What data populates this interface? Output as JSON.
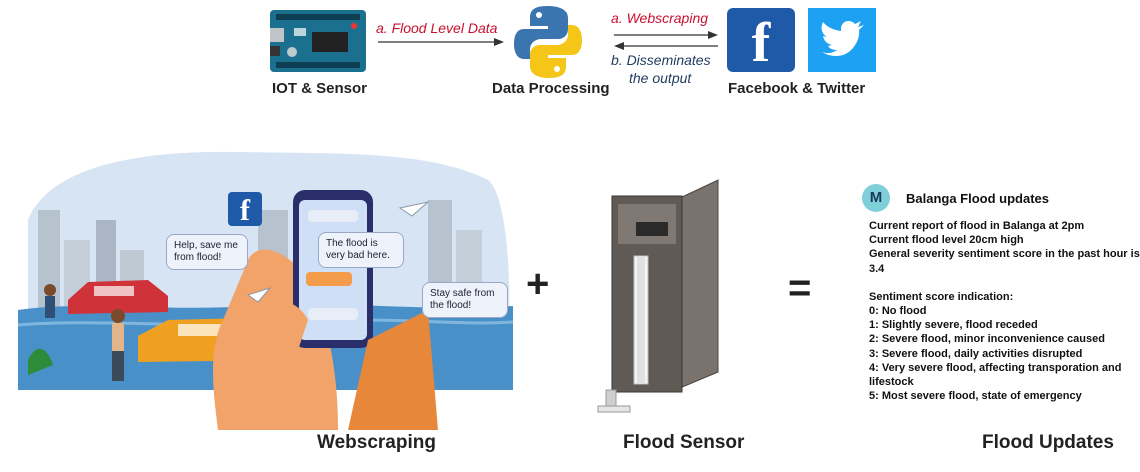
{
  "top_flow": {
    "iot_label": "IOT & Sensor",
    "processing_label": "Data Processing",
    "social_label": "Facebook & Twitter",
    "edge_a_flood": "a. Flood Level Data",
    "edge_a_web": "a. Webscraping",
    "edge_b_line1": "b. Disseminates",
    "edge_b_line2": "the output",
    "facebook_glyph": "f"
  },
  "webscraping_panel": {
    "bubble_help_line1": "Help, save me",
    "bubble_help_line2": "from flood!",
    "bubble_bad_line1": "The flood is",
    "bubble_bad_line2": "very bad here.",
    "bubble_safe_line1": "Stay safe from",
    "bubble_safe_line2": "the flood!",
    "facebook_glyph": "f"
  },
  "operators": {
    "plus": "+",
    "equals": "="
  },
  "updates_panel": {
    "avatar_letter": "M",
    "title": "Balanga Flood updates",
    "lines": [
      "Current report of flood in Balanga at 2pm",
      "Current flood level 20cm high",
      "General severity sentiment score in the past hour is",
      "3.4",
      "",
      "Sentiment score indication:",
      "0: No flood",
      "1: Slightly severe, flood receded",
      "2: Severe flood, minor inconvenience caused",
      "3: Severe flood, daily activities disrupted",
      "4: Very severe flood, affecting transporation and",
      "lifestock",
      "5: Most severe flood, state of emergency"
    ]
  },
  "bottom_labels": {
    "webscraping": "Webscraping",
    "flood_sensor": "Flood Sensor",
    "flood_updates": "Flood Updates"
  },
  "colors": {
    "edge_red": "#c8102e",
    "edge_navy": "#1f3a5f",
    "facebook_blue": "#1e5aa8",
    "twitter_blue": "#1da1f2",
    "arduino_teal": "#1b6f8f",
    "water_blue": "#4a90c8",
    "avatar_teal": "#7fcfd8"
  }
}
